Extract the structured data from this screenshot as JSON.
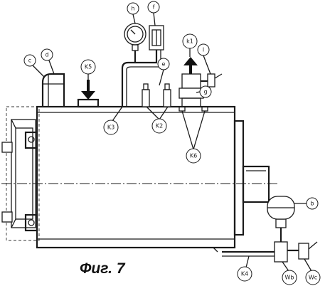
{
  "caption": "Фиг. 7",
  "labels": {
    "c": "c",
    "d": "d",
    "k5": "K5",
    "h": "h",
    "f": "f",
    "k1": "k1",
    "l": "l",
    "e": "e",
    "g": "g",
    "k3": "K3",
    "k2": "K2",
    "k6": "K6",
    "b": "b",
    "k4": "K4",
    "wb": "Wb",
    "wc": "Wc"
  }
}
